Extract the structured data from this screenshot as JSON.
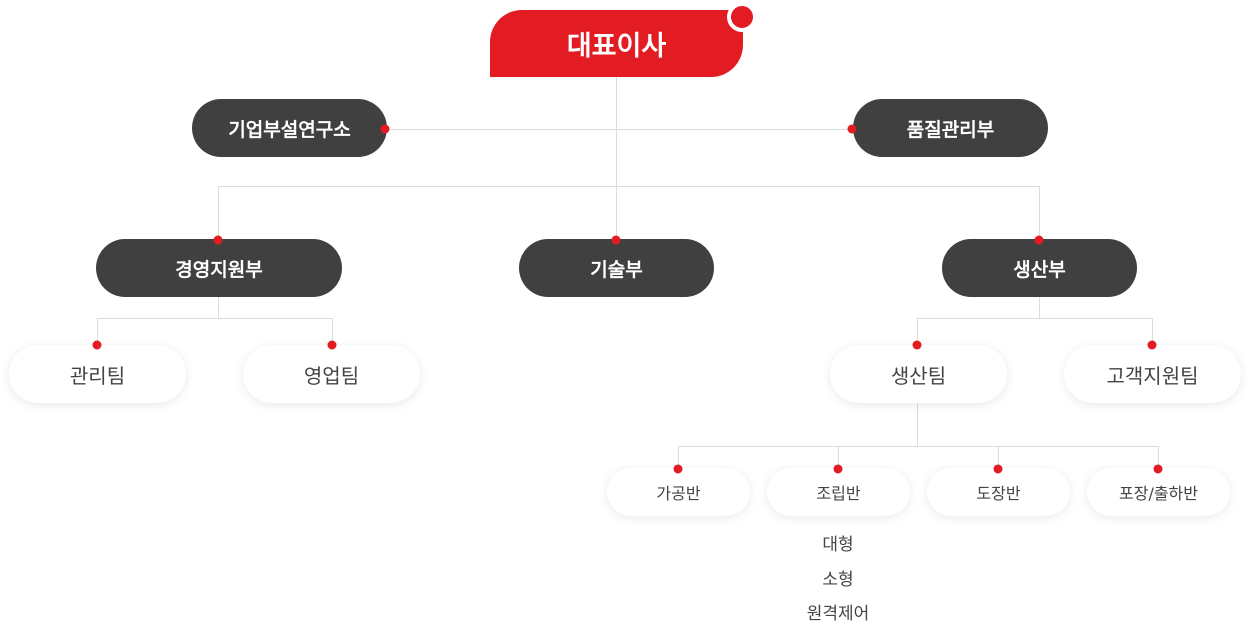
{
  "ceo": "대표이사",
  "staff": [
    "기업부설연구소",
    "품질관리부"
  ],
  "departments": [
    "경영지원부",
    "기술부",
    "생산부"
  ],
  "teams": [
    "관리팀",
    "영업팀",
    "생산팀",
    "고객지원팀"
  ],
  "units": [
    "가공반",
    "조립반",
    "도장반",
    "포장/출하반"
  ],
  "assembly_sub": [
    "대형",
    "소형",
    "원격제어"
  ],
  "colors": {
    "accent": "#e31c23",
    "dark": "#404040",
    "line": "#dcdcdc"
  }
}
